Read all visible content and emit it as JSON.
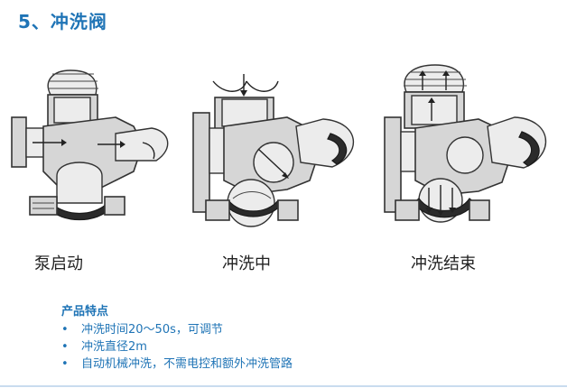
{
  "title": "5、冲洗阀",
  "diagrams": [
    {
      "caption": "泵启动"
    },
    {
      "caption": "冲洗中"
    },
    {
      "caption": "冲洗结束"
    }
  ],
  "features": {
    "heading": "产品特点",
    "items": [
      "冲洗时间20～50s，可调节",
      "冲洗直径2m",
      "自动机械冲洗，不需电控和额外冲洗管路"
    ]
  }
}
